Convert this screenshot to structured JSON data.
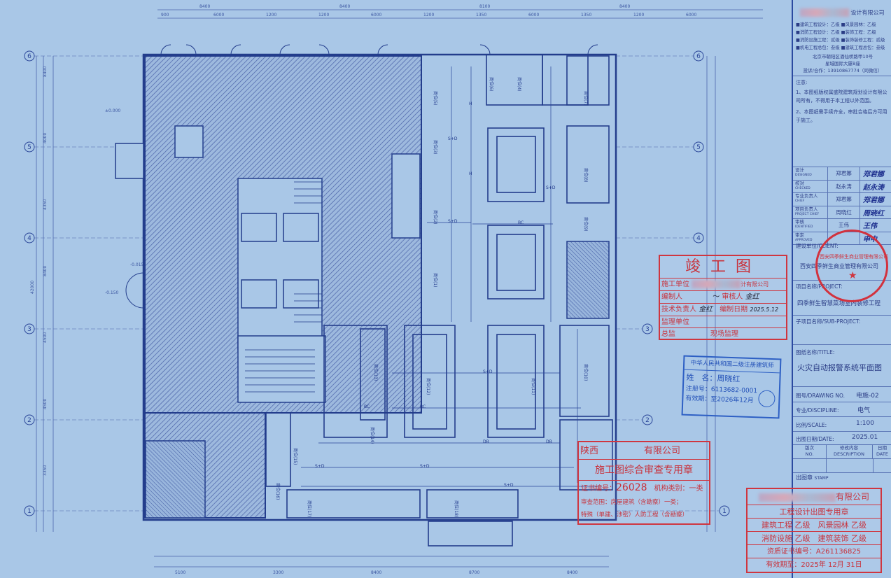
{
  "drawing": {
    "axis_labels": [
      "6",
      "5",
      "4",
      "3",
      "2",
      "1"
    ],
    "top_dimensions": [
      "8400",
      "8400",
      "8100",
      "8400"
    ],
    "top_sub_dimensions": [
      "900",
      "6000",
      "1200",
      "1200",
      "6000",
      "1200",
      "1350",
      "6000",
      "1350",
      "1200",
      "6000"
    ],
    "bottom_dimensions": [
      "5100",
      "3300",
      "8400",
      "8700",
      "8400"
    ],
    "left_dimensions": [
      "8400",
      "4000",
      "4350",
      "8400",
      "4500",
      "4500",
      "3350"
    ],
    "left_total": "42000",
    "level_marks": [
      "±0.000",
      "-0.150",
      "-0.015"
    ],
    "stalls": [
      "商位(1)",
      "商位(2)",
      "商位(3)",
      "商位(4)",
      "商位(5)",
      "商位(6)",
      "商位(7)",
      "商位(8)",
      "商位(9)",
      "商位(10)",
      "商位(11)",
      "商位(12)",
      "商位(13)",
      "商位(14)",
      "商位(15)",
      "商位(16)",
      "商位(17)",
      "商位(18)"
    ],
    "wire_labels": {
      "sd": "S+D",
      "bc": "BC",
      "h": "H",
      "db": "DB"
    }
  },
  "title_block": {
    "company_blurred": "设计有限公司",
    "qualifications": [
      "■建筑工程设计：乙级  ■风景园林：乙级",
      "■消防工程设计：乙级  ■装饰工程：乙级",
      "■消防设施工程：贰级  ■装饰装修工程：贰级",
      "■机电工程总包：叁级  ■建筑工程总包：叁级"
    ],
    "address_1": "北京市朝阳区酒仙桥路甲10号",
    "address_2": "星城国际大厦B座",
    "contact": "投诉/合作：13910867774（同微信）",
    "notes_title": "注意:",
    "notes": [
      "1、本图纸版权属盛院建筑规划设计有限公司所有，不得用于本工程以外范围。",
      "2、本图纸需手续齐全，审批合格后方可用于施工。"
    ],
    "signoff": [
      {
        "role": "设计",
        "role_en": "DESIGNED",
        "name": "郑君娜",
        "sig": "郑君娜"
      },
      {
        "role": "校对",
        "role_en": "CHECKED",
        "name": "赵永涛",
        "sig": "赵永涛"
      },
      {
        "role": "专业负责人",
        "role_en": "CHIEF",
        "name": "郑君娜",
        "sig": "郑君娜"
      },
      {
        "role": "项目负责人",
        "role_en": "PROJECT CHIEF",
        "name": "周晓红",
        "sig": "周晓红"
      },
      {
        "role": "审核",
        "role_en": "IDENTIFIED",
        "name": "王伟",
        "sig": "王伟"
      },
      {
        "role": "审定",
        "role_en": "APPROVED",
        "name": "",
        "sig": "申中"
      }
    ],
    "client_label": "建设单位/CLIENT:",
    "client": "西安四季鲜生商业管理有限公司",
    "project_label": "项目名称/PROJECT:",
    "project": "四季鲜生智慧菜场室内装修工程",
    "subproject_label": "子项目名称/SUB-PROJECT:",
    "title_label": "图纸名称/TITLE:",
    "title": "火灾自动报警系统平面图",
    "drawing_no_label": "图号/DRAWING NO.",
    "drawing_no": "电施-02",
    "discipline_label": "专业/DISCIPLINE:",
    "discipline": "电气",
    "scale_label": "比例/SCALE:",
    "scale": "1:100",
    "date_label": "出图日期/DATE:",
    "date": "2025.01",
    "rev_headers": [
      {
        "cn": "版次",
        "en": "NO."
      },
      {
        "cn": "修改内容",
        "en": "DESCRIPTION"
      },
      {
        "cn": "日期",
        "en": "DATE"
      }
    ],
    "stamp_label": "出图章",
    "stamp_label_en": "STAMP"
  },
  "stamps": {
    "completion": {
      "title": "竣工图",
      "rows": [
        {
          "k": "施工单位",
          "v": "计有限公司"
        },
        {
          "k": "编制人",
          "v": "～",
          "k2": "审核人",
          "v2": "金红"
        },
        {
          "k": "技术负责人",
          "v": "金红",
          "k2": "编制日期",
          "v2": "2025.5.12"
        },
        {
          "k": "监理单位",
          "v": ""
        },
        {
          "k": "总监",
          "v": "",
          "k2": "现场监理",
          "v2": ""
        }
      ]
    },
    "architect": {
      "title": "中华人民共和国二级注册建筑师",
      "name_label": "姓　名：",
      "name": "周晓红",
      "reg_label": "注册号：",
      "reg": "6113682-0001",
      "valid_label": "有效期：",
      "valid": "至2026年12月"
    },
    "review": {
      "company": "陕西　　　　　有限公司",
      "title": "施工图综合审查专用章",
      "cert_label": "证书编号：",
      "cert": "26028",
      "type": "机构类别：一类",
      "scope": "审查范围：房屋建筑（含勘察）一类；",
      "scope2": "特殊（单建、涉密）人防工程（含勘察）"
    },
    "design": {
      "company": "有限公司",
      "title": "工程设计出图专用章",
      "q1": "建筑工程 乙级　风景园林 乙级",
      "q2": "消防设施 乙级　建筑装饰 乙级",
      "cert": "资质证书编号：A261136825",
      "valid": "有效期至：2025年 12月 31日"
    },
    "round_seal": "西安四季鲜生商业管理有限公司"
  },
  "colors": {
    "paper": "#a9c7e7",
    "line": "#25408f",
    "stamp_red": "#cf3640",
    "stamp_blue": "#2d5fc4"
  }
}
